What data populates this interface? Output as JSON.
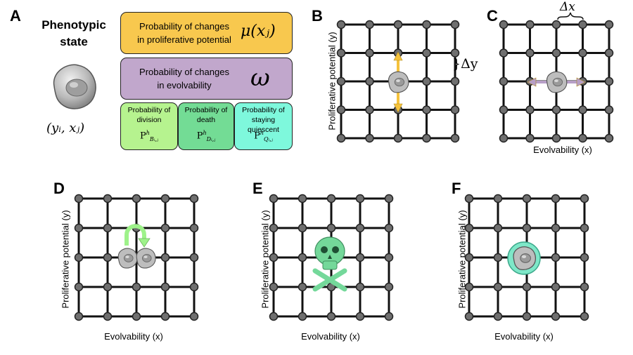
{
  "panels": {
    "A": "A",
    "B": "B",
    "C": "C",
    "D": "D",
    "E": "E",
    "F": "F"
  },
  "panel_a": {
    "title_line1": "Phenotypic",
    "title_line2": "state",
    "cell_coord": "(yᵢ, xⱼ)",
    "prolif_box": {
      "line1": "Probability of changes",
      "line2": "in proliferative potential",
      "symbol": "μ(xⱼ)",
      "color": "#f8c84e"
    },
    "evol_box": {
      "line1": "Probability of changes",
      "line2": "in evolvability",
      "symbol": "ω",
      "color": "#c1a7cc"
    },
    "division_box": {
      "line1": "Probability of",
      "line2": "division",
      "symbol": "P",
      "sup": "h",
      "sub": "Bᵢ,ⱼ",
      "color": "#b6f38f"
    },
    "death_box": {
      "line1": "Probability of",
      "line2": "death",
      "symbol": "P",
      "sup": "h",
      "sub": "Dᵢ,ⱼ",
      "color": "#73dc95"
    },
    "quiescent_box": {
      "line1": "Probability of",
      "line2": "staying quiescent",
      "symbol": "P",
      "sup": "h",
      "sub": "Qᵢ,ⱼ",
      "color": "#7ef8dc"
    }
  },
  "panel_b": {
    "ylabel": "Proliferative potential (y)",
    "delta_label": "}Δy",
    "arrow_color": "#f5c23c"
  },
  "panel_c": {
    "xlabel": "Evolvability (x)",
    "delta_label": "Δx",
    "arrow_color": "#b79fc7"
  },
  "panel_d": {
    "ylabel": "Proliferative potential (y)",
    "xlabel": "Evolvability (x)",
    "arrow_color": "#9ef28a"
  },
  "panel_e": {
    "ylabel": "Proliferative potential (y)",
    "xlabel": "Evolvability (x)",
    "skull_color": "#74d89a"
  },
  "panel_f": {
    "ylabel": "Proliferative potential (y)",
    "xlabel": "Evolvability (x)",
    "ring_color": "#7ee7c8"
  }
}
